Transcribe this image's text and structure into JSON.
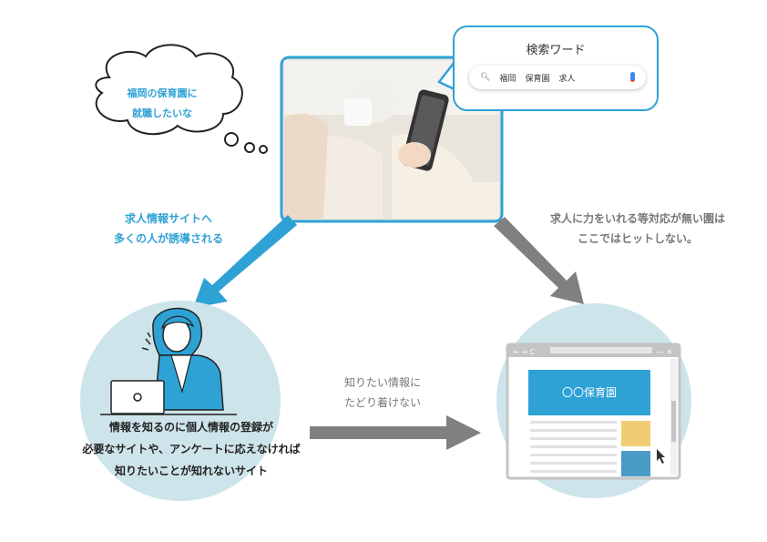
{
  "thought_bubble": {
    "line1": "福岡の保育園に",
    "line2": "就職したいな"
  },
  "search_bubble": {
    "title": "検索ワード",
    "query_terms": [
      "福岡",
      "保育園",
      "求人"
    ],
    "icons": [
      "search-icon",
      "microphone-icon"
    ]
  },
  "left_caption": {
    "line1": "求人情報サイトへ",
    "line2": "多くの人が誘導される"
  },
  "right_caption": {
    "line1": "求人に力をいれる等対応が無い園は",
    "line2": "ここではヒットしない。"
  },
  "middle_caption": {
    "line1": "知りたい情報に",
    "line2": "たどり着けない"
  },
  "bottom_caption": {
    "line1": "情報を知るのに個人情報の登録が",
    "line2": "必要なサイトや、アンケートに応えなければ",
    "line3": "知りたいことが知れないサイト"
  },
  "browser": {
    "banner": "〇〇保育園"
  },
  "colors": {
    "accent": "#2ea2d5",
    "circle": "#cde4ea",
    "arrow_gray": "#808080",
    "yellow": "#f0cd72",
    "blue_box": "#4a9bc8"
  }
}
